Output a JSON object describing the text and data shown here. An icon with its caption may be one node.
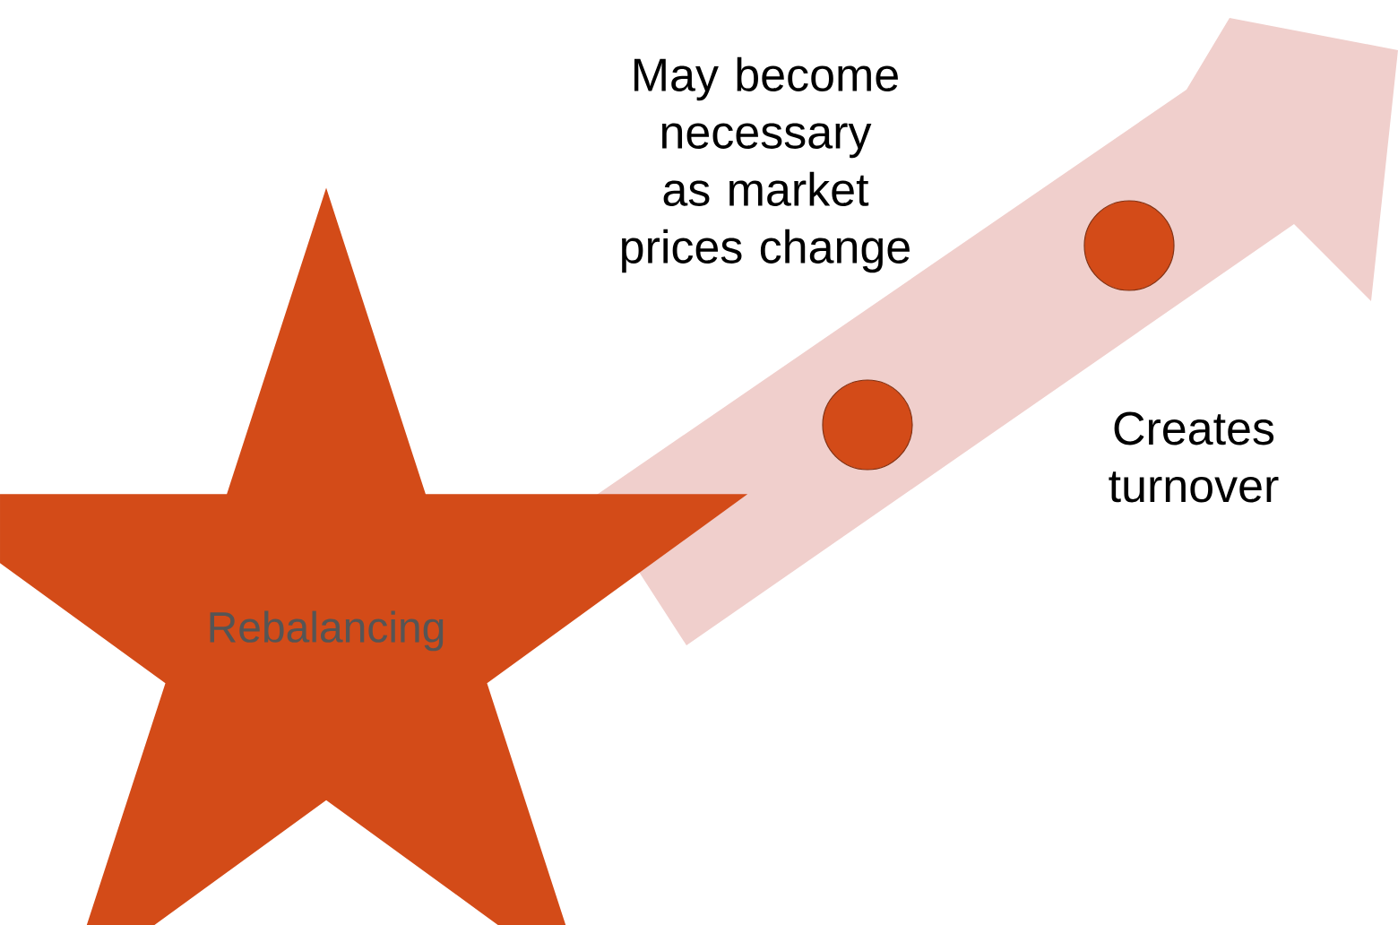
{
  "diagram": {
    "nodes": [
      {
        "text": [
          "Rebalancing"
        ]
      },
      {
        "text": [],
        "shape": "circle"
      },
      {
        "text": [],
        "shape": "circle"
      }
    ],
    "labels": [
      "May become necessary as market prices change",
      "Creates turnover"
    ]
  }
}
